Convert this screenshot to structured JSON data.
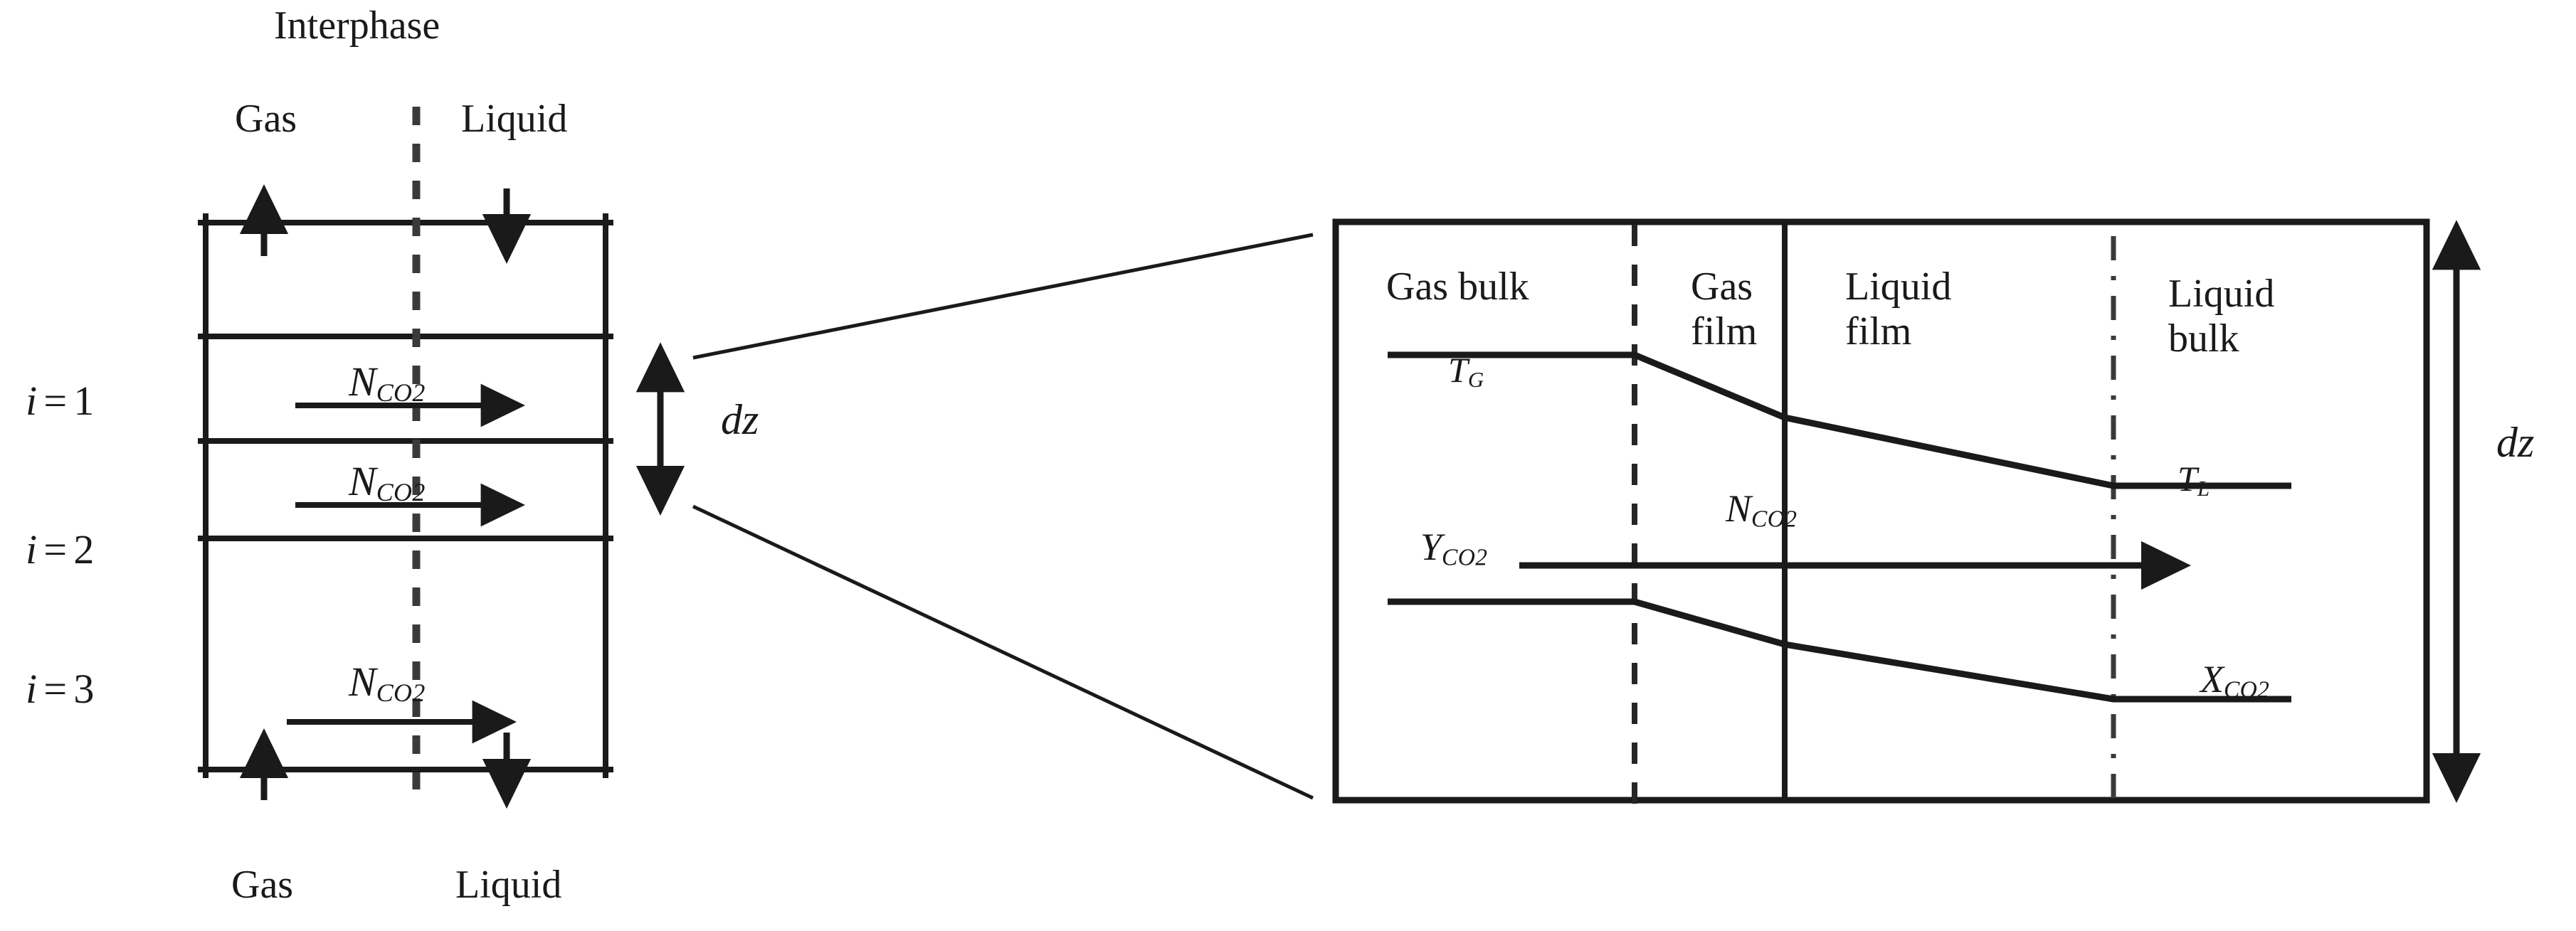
{
  "figure": {
    "type": "diagram",
    "subject": "CO2 absorption two-film model with discretized column element",
    "interphase_label": "Interphase",
    "dz_label_left": "dz",
    "dz_label_right": "dz"
  },
  "left_panel": {
    "top_labels": {
      "gas": "Gas",
      "liquid": "Liquid"
    },
    "bottom_labels": {
      "gas": "Gas",
      "liquid": "Liquid"
    },
    "interphase": "Interphase",
    "stages": [
      {
        "index_label_prefix": "i",
        "eq": "=",
        "index_value": "1",
        "flux_label": "N",
        "flux_sub": "CO2"
      },
      {
        "index_label_prefix": "i",
        "eq": "=",
        "index_value": "2",
        "flux_label": "N",
        "flux_sub": "CO2"
      },
      {
        "index_label_prefix": "i",
        "eq": "=",
        "index_value": "3",
        "flux_label": "N",
        "flux_sub": "CO2"
      }
    ],
    "dz": "dz"
  },
  "right_panel": {
    "zones": [
      {
        "name": "gas-bulk",
        "label": "Gas bulk"
      },
      {
        "name": "gas-film",
        "label": "Gas\nfilm"
      },
      {
        "name": "liquid-film",
        "label": "Liquid\nfilm"
      },
      {
        "name": "liquid-bulk",
        "label": "Liquid\nbulk"
      }
    ],
    "profiles": [
      {
        "name": "temperature",
        "start_label": "T",
        "start_sub": "G",
        "end_label": "T",
        "end_sub": "L"
      },
      {
        "name": "co2-composition",
        "start_label": "Y",
        "start_sub": "CO2",
        "end_label": "X",
        "end_sub": "CO2"
      }
    ],
    "flux_label": "N",
    "flux_sub": "CO2",
    "dz": "dz"
  },
  "colors": {
    "ink": "#1a1a1a",
    "line": "#222222",
    "background": "#ffffff"
  }
}
